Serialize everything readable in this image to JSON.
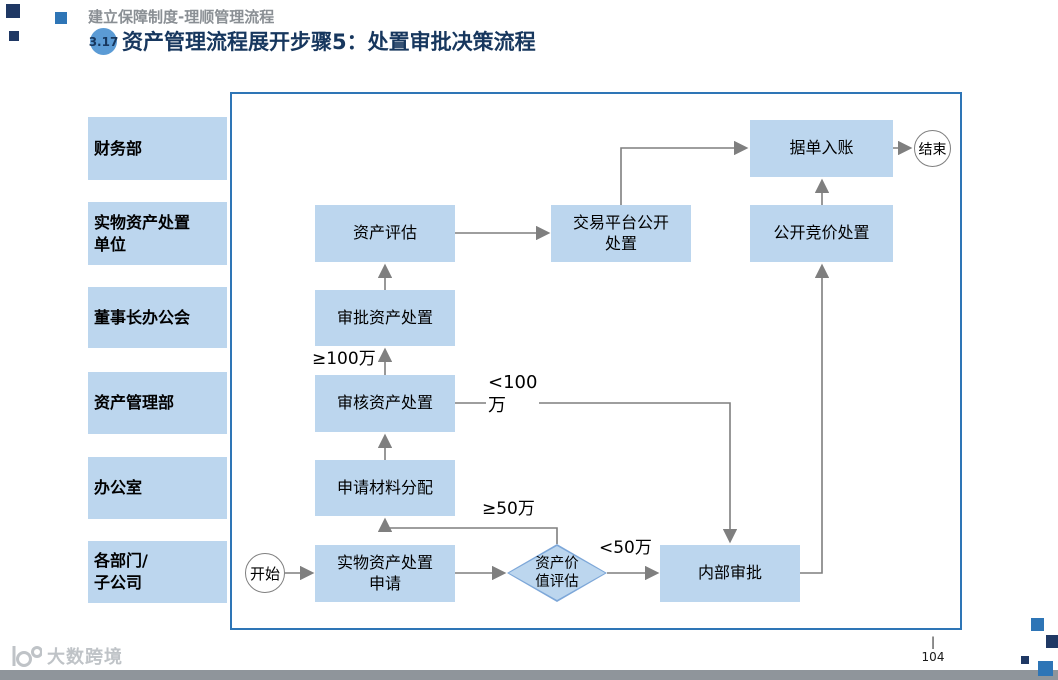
{
  "header": {
    "breadcrumb": "建立保障制度-理顺管理流程",
    "section_number": "3.17",
    "title": "资产管理流程展开步骤5：处置审批决策流程"
  },
  "lanes": [
    "财务部",
    "实物资产处置\n单位",
    "董事长办公会",
    "资产管理部",
    "办公室",
    "各部门/\n子公司"
  ],
  "flow": {
    "start_label": "开始",
    "end_label": "结束",
    "nodes": {
      "asset_application": "实物资产处置\n申请",
      "value_assessment": "资产价\n值评估",
      "internal_approval": "内部审批",
      "material_distribution": "申请材料分配",
      "review_disposal": "审核资产处置",
      "approve_disposal": "审批资产处置",
      "asset_evaluation": "资产评估",
      "platform_disposal": "交易平台公开\n处置",
      "public_bidding": "公开竞价处置",
      "record_entry": "据单入账"
    },
    "conditions": {
      "gte_100w": "≥100万",
      "lt_100w": "<100\n万",
      "gte_50w": "≥50万",
      "lt_50w": "<50万"
    }
  },
  "footer": {
    "logo_text": "大数跨境",
    "divider": "|",
    "page_number": "104"
  },
  "colors": {
    "node_fill": "#BCD6EE",
    "frame_border": "#2E75B6",
    "title_navy": "#17375E",
    "badge_blue": "#5B9BD5",
    "connector_gray": "#7F7F7F",
    "breadcrumb_gray": "#8A8F94",
    "decor_navy": "#1F3864",
    "decor_blue": "#2E75B6"
  }
}
